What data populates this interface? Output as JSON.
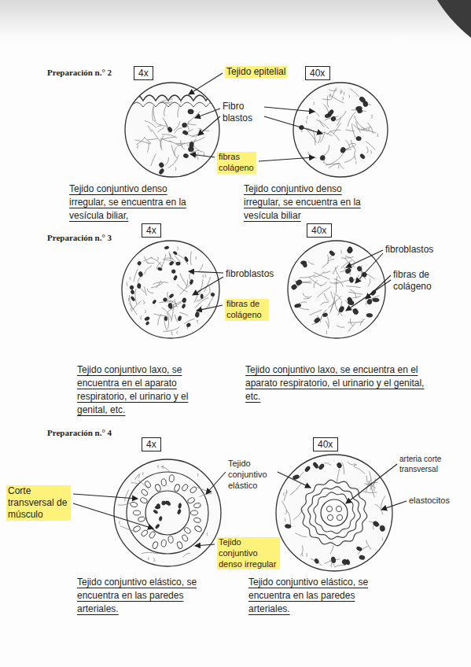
{
  "diagram": {
    "nodes": [
      {
        "text": [
          "4x"
        ]
      },
      {
        "text": [
          "40x"
        ]
      },
      {
        "text": [
          "4x"
        ]
      },
      {
        "text": [
          "40x"
        ]
      },
      {
        "text": [
          "4x"
        ]
      },
      {
        "text": [
          "40x"
        ]
      }
    ],
    "labels": [
      "Preparación n.° 2",
      "Tejido epitelial",
      "Fibro blastos",
      "fibras colágeno",
      "Tejido conjuntivo denso irregular, se encuentra en la vesícula biliar,",
      "Tejido conjuntivo denso irregular, se encuentra en la vesícula biliar",
      "Preparación n.° 3",
      "fibroblastos",
      "fibras de colágeno",
      "fibroblastos",
      "fibras de colágeno",
      "Tejido conjuntivo laxo, se encuentra en el aparato respiratorio, el urinario y el genital, etc.",
      "Tejido conjuntivo laxo, se encuentra en el aparato respiratorio, el urinario y el genital, etc.",
      "Preparación n.° 4",
      "Corte transversal de músculo",
      "Tejido conjuntivo elástico",
      "Tejido conjuntivo denso irregular",
      "arteria corte transversal",
      "elastocitos",
      "Tejido conjuntivo elástico, se encuentra en las paredes arteriales.",
      "Tejido conjuntivo elástico, se encuentra en las paredes arteriales."
    ]
  }
}
